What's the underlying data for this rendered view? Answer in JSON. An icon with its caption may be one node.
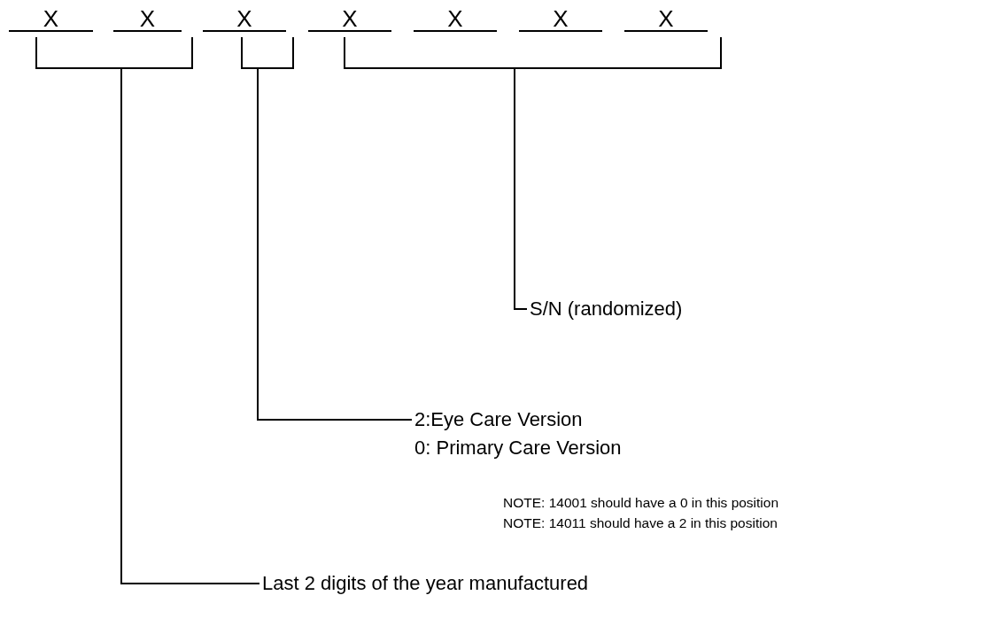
{
  "diagram": {
    "nodes": [
      {
        "text": [
          "X"
        ]
      },
      {
        "text": [
          "X"
        ]
      },
      {
        "text": [
          "X"
        ]
      },
      {
        "text": [
          "X"
        ]
      },
      {
        "text": [
          "X"
        ]
      },
      {
        "text": [
          "X"
        ]
      },
      {
        "text": [
          "X"
        ]
      },
      {
        "text": [],
        "shape": "bracket"
      },
      {
        "text": [],
        "shape": "bracket"
      },
      {
        "text": [],
        "shape": "bracket"
      },
      {
        "text": [
          "S/N (randomized)"
        ]
      },
      {
        "text": [
          "2:Eye Care Version",
          "0: Primary Care Version"
        ]
      },
      {
        "text": [
          "Last 2 digits of the year manufactured"
        ]
      }
    ],
    "edges": [
      {
        "from": 10,
        "to": 9,
        "arrow": "none"
      },
      {
        "from": 11,
        "to": 8,
        "arrow": "none"
      },
      {
        "from": 12,
        "to": 7,
        "arrow": "none"
      }
    ],
    "labels": [
      "NOTE: 14001 should have a 0 in this position",
      "NOTE: 14011 should have a 2 in this position"
    ]
  }
}
